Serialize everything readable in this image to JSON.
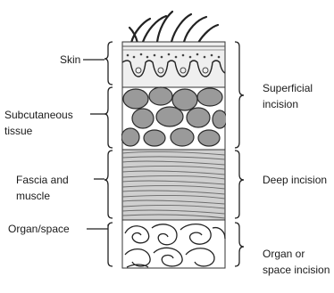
{
  "layers": {
    "skin": "Skin",
    "subcutaneous": [
      "Subcutaneous",
      "tissue"
    ],
    "fascia": [
      "Fascia and",
      "muscle"
    ],
    "organ_space": "Organ/space"
  },
  "incisions": {
    "superficial": [
      "Superficial",
      "incision"
    ],
    "deep": "Deep incision",
    "organ_space": [
      "Organ or",
      "space incision"
    ]
  }
}
